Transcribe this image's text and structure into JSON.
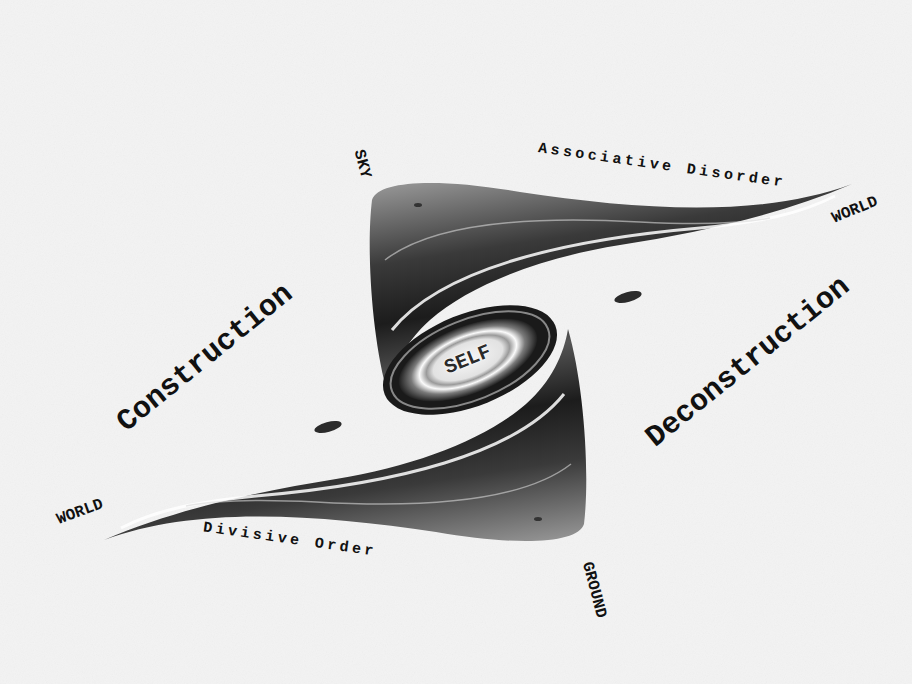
{
  "diagram": {
    "nodes": [
      {
        "text": [
          "SELF"
        ]
      }
    ],
    "labels": [
      "SKY",
      "Associative Disorder",
      "WORLD",
      "Construction",
      "Deconstruction",
      "WORLD",
      "Divisive Order",
      "GROUND"
    ]
  }
}
